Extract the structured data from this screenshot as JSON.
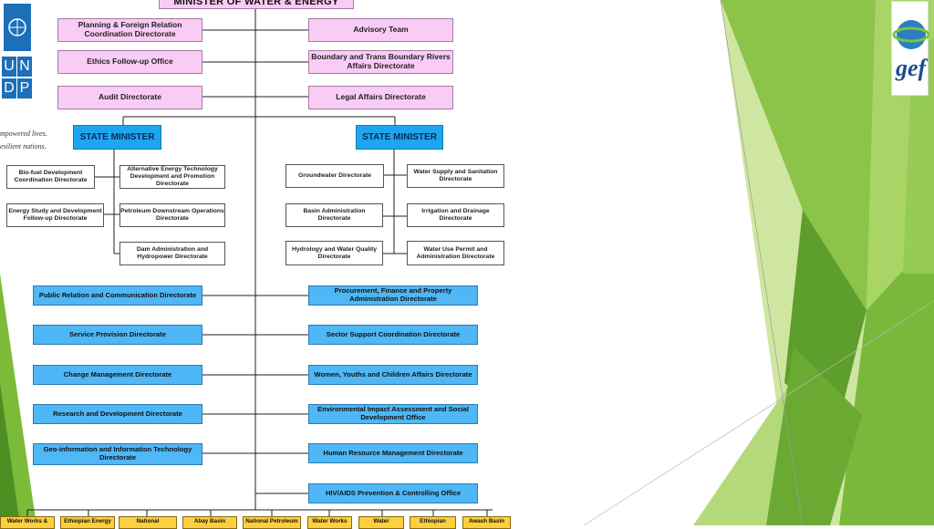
{
  "header": {
    "title": "MINISTER OF WATER & ENERGY"
  },
  "advisory_left": [
    "Planning & Foreign Relation Coordination Directorate",
    "Ethics Follow-up Office",
    "Audit Directorate"
  ],
  "advisory_right": [
    "Advisory Team",
    "Boundary and Trans Boundary Rivers Affairs Directorate",
    "Legal Affairs Directorate"
  ],
  "state_minister_left": {
    "title": "STATE MINISTER",
    "left_units": [
      "Bio-fuel Development Coordination Directorate",
      "Energy Study and Development Follow-up Directorate"
    ],
    "right_units": [
      "Alternative Energy Technology Development and Promotion Directorate",
      "Petroleum Downstream Operations Directorate",
      "Dam Administration and Hydropower Directorate"
    ]
  },
  "state_minister_right": {
    "title": "STATE MINISTER",
    "left_units": [
      "Groundwater Directorate",
      "Basin Administration Directorate",
      "Hydrology and Water Quality Directorate"
    ],
    "right_units": [
      "Water Supply and Sanitation Directorate",
      "Irrigation and Drainage Directorate",
      "Water Use Permit and Administration Directorate"
    ]
  },
  "support_left": [
    "Public Relation and Communication Directorate",
    "Service Provision Directorate",
    "Change Management Directorate",
    "Research and Development Directorate",
    "Geo-information and Information Technology Directorate"
  ],
  "support_right": [
    "Procurement, Finance and Property Administration Directorate",
    "Sector Support Coordination Directorate",
    "Women, Youths and Children Affairs Directorate",
    "Environmental Impact Assessment and Social Development Office",
    "Human Resource Management Directorate",
    "HIV/AIDS Prevention & Controlling Office"
  ],
  "agencies": [
    "Water Works &",
    "Ethiopian Energy",
    "National",
    "Abay Basin",
    "National Petroleum",
    "Water Works",
    "Water",
    "Ethiopian",
    "Awash Basin"
  ],
  "logos": {
    "undp_letters": [
      "U",
      "N",
      "D",
      "P"
    ],
    "undp_tagline": [
      "mpowered lives.",
      "esilient nations."
    ],
    "gef_text": "gef"
  },
  "colors": {
    "pink": "#f9ccf5",
    "blue": "#4fb7f5",
    "state_blue": "#1ea5f0",
    "agency_yellow": "#fbcf3e",
    "green_light": "#b5d96a",
    "green_dark": "#5ea12e"
  }
}
